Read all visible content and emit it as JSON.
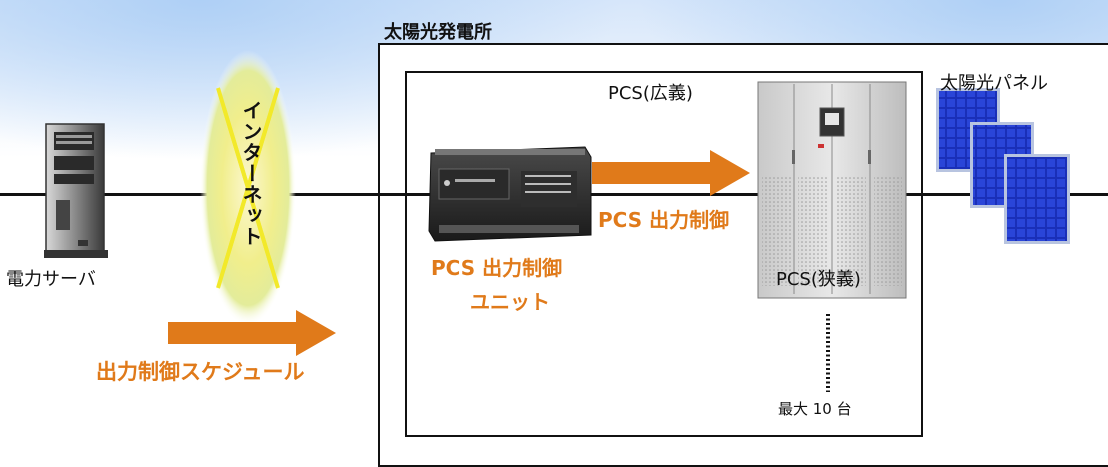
{
  "plant": {
    "title": "太陽光発電所"
  },
  "pcs_broad": {
    "label": "PCS(広義)"
  },
  "solar_panel": {
    "label": "太陽光パネル"
  },
  "server": {
    "label": "電力サーバ"
  },
  "internet": {
    "label": "インターネット"
  },
  "schedule": {
    "label": "出力制御スケジュール"
  },
  "control_unit": {
    "label_line1": "PCS 出力制御",
    "label_line2": "ユニット"
  },
  "control_arrow": {
    "label": "PCS 出力制御"
  },
  "pcs_narrow": {
    "label": "PCS(狭義)"
  },
  "max_units": {
    "label": "最大 10 台"
  },
  "colors": {
    "accent_orange": "#e07a1a",
    "line": "#111111",
    "panel_blue": "#1a2fb8"
  }
}
